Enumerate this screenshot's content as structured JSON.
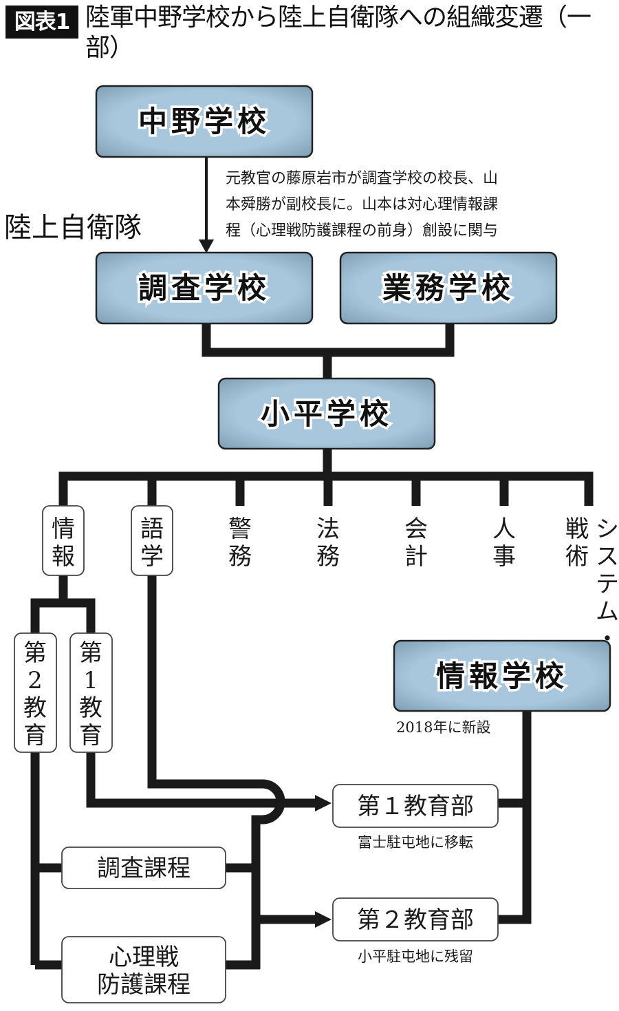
{
  "header": {
    "badge": "図表1",
    "title": "陸軍中野学校から陸上自衛隊への組織変遷（一部）"
  },
  "org_label": "陸上自衛隊",
  "schools": {
    "nakano": "中野学校",
    "chosa": "調査学校",
    "gyomu": "業務学校",
    "kodaira": "小平学校",
    "joho": "情報学校"
  },
  "notes": {
    "transition": [
      "元教官の藤原岩市が調査学校の校長、山",
      "本舜勝が副校長に。山本は対心理情報課",
      "程（心理戦防護課程の前身）創設に関与"
    ],
    "joho_new": "2018年に新設",
    "dept1_note": "富士駐屯地に移転",
    "dept2_note": "小平駐屯地に残留"
  },
  "departments": [
    {
      "id": "joho",
      "chars": [
        "情",
        "報"
      ],
      "boxed": true
    },
    {
      "id": "gogaku",
      "chars": [
        "語",
        "学"
      ],
      "boxed": true
    },
    {
      "id": "keimu",
      "chars": [
        "警",
        "務"
      ],
      "boxed": false
    },
    {
      "id": "homu",
      "chars": [
        "法",
        "務"
      ],
      "boxed": false
    },
    {
      "id": "kaikei",
      "chars": [
        "会",
        "計"
      ],
      "boxed": false
    },
    {
      "id": "jinji",
      "chars": [
        "人",
        "事"
      ],
      "boxed": false
    },
    {
      "id": "system-senjutsu",
      "chars": [
        "戦",
        "術"
      ],
      "extra_column": [
        "シ",
        "ス",
        "テ",
        "ム",
        "・"
      ],
      "boxed": false
    }
  ],
  "education_units": [
    {
      "id": "edu2",
      "chars": [
        "第",
        "2",
        "教",
        "育"
      ]
    },
    {
      "id": "edu1",
      "chars": [
        "第",
        "1",
        "教",
        "育"
      ]
    }
  ],
  "courses": {
    "chosa_course": "調査課程",
    "shinri_course": [
      "心理戦",
      "防護課程"
    ]
  },
  "divisions": {
    "dept1": "第１教育部",
    "dept2": "第２教育部"
  },
  "colors": {
    "school_fill": "#a9c7dc",
    "school_edge": "#7f9fb5",
    "line": "#1a1a1a"
  }
}
